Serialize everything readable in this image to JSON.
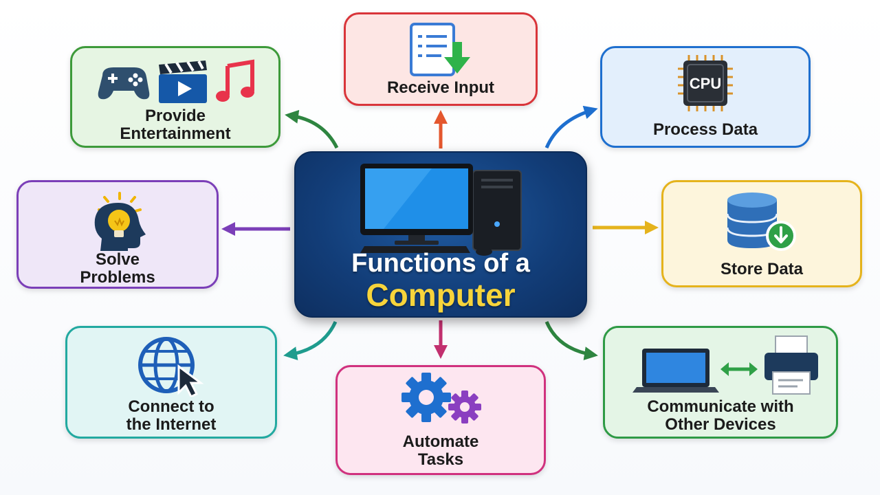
{
  "center": {
    "title_line1": "Functions of a",
    "title_line2": "Computer"
  },
  "functions": {
    "receive_input": {
      "label": "Receive Input",
      "border": "#d9353a",
      "bg": "#fde6e4",
      "arrow": "#e4572e"
    },
    "process_data": {
      "label": "Process Data",
      "border": "#1e6fcf",
      "bg": "#e3effc",
      "arrow": "#1e6fcf",
      "chip_text": "CPU"
    },
    "store_data": {
      "label": "Store Data",
      "border": "#e5b31c",
      "bg": "#fdf5dc",
      "arrow": "#e5b31c"
    },
    "communicate": {
      "label_line1": "Communicate with",
      "label_line2": "Other Devices",
      "border": "#2e9a45",
      "bg": "#e4f5e6",
      "arrow": "#2e8540"
    },
    "automate_tasks": {
      "label_line1": "Automate",
      "label_line2": "Tasks",
      "border": "#d0317e",
      "bg": "#fde6f0",
      "arrow": "#c2306f"
    },
    "connect_internet": {
      "label_line1": "Connect to",
      "label_line2": "the Internet",
      "border": "#22a9a0",
      "bg": "#e1f5f4",
      "arrow": "#1f9c8e"
    },
    "solve_problems": {
      "label_line1": "Solve",
      "label_line2": "Problems",
      "border": "#7b3fb8",
      "bg": "#efe7f8",
      "arrow": "#7b3fb8"
    },
    "provide_entertainment": {
      "label_line1": "Provide",
      "label_line2": "Entertainment",
      "border": "#3d9a3a",
      "bg": "#e6f5e3",
      "arrow": "#2e8540"
    }
  }
}
